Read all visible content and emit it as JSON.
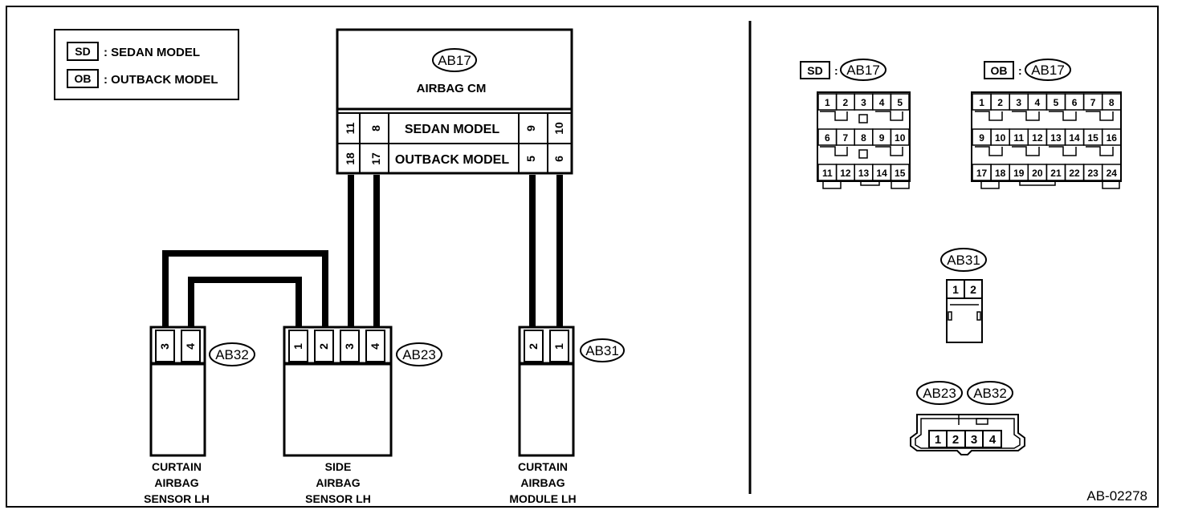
{
  "legend": {
    "sd_code": "SD",
    "sd_label": ": SEDAN MODEL",
    "ob_code": "OB",
    "ob_label": ": OUTBACK MODEL"
  },
  "airbag_cm": {
    "connector": "AB17",
    "title": "AIRBAG CM",
    "sedan_row": "SEDAN MODEL",
    "outback_row": "OUTBACK MODEL",
    "sedan_pins": [
      "11",
      "8",
      "9",
      "10"
    ],
    "outback_pins": [
      "18",
      "17",
      "5",
      "6"
    ]
  },
  "components": {
    "curtain_sensor": {
      "connector": "AB32",
      "pins": [
        "3",
        "4"
      ],
      "label": [
        "CURTAIN",
        "AIRBAG",
        "SENSOR LH"
      ]
    },
    "side_sensor": {
      "connector": "AB23",
      "pins": [
        "1",
        "2",
        "3",
        "4"
      ],
      "label": [
        "SIDE",
        "AIRBAG",
        "SENSOR LH"
      ]
    },
    "curtain_module": {
      "connector": "AB31",
      "pins": [
        "2",
        "1"
      ],
      "label": [
        "CURTAIN",
        "AIRBAG",
        "MODULE LH"
      ]
    }
  },
  "connector_views": {
    "sd_ab17": {
      "code": "SD",
      "connector": "AB17",
      "rows": [
        [
          "1",
          "2",
          "3",
          "4",
          "5"
        ],
        [
          "6",
          "7",
          "8",
          "9",
          "10"
        ],
        [
          "11",
          "12",
          "13",
          "14",
          "15"
        ]
      ]
    },
    "ob_ab17": {
      "code": "OB",
      "connector": "AB17",
      "rows": [
        [
          "1",
          "2",
          "3",
          "4",
          "5",
          "6",
          "7",
          "8"
        ],
        [
          "9",
          "10",
          "11",
          "12",
          "13",
          "14",
          "15",
          "16"
        ],
        [
          "17",
          "18",
          "19",
          "20",
          "21",
          "22",
          "23",
          "24"
        ]
      ]
    },
    "ab31": {
      "connector": "AB31",
      "pins": [
        "1",
        "2"
      ]
    },
    "ab23_ab32": {
      "connectors": [
        "AB23",
        "AB32"
      ],
      "pins": [
        "1",
        "2",
        "3",
        "4"
      ]
    }
  },
  "diagram_code": "AB-02278"
}
